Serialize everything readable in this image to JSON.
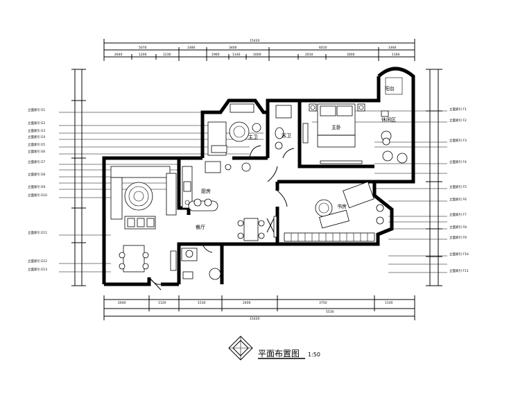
{
  "drawing": {
    "title": "平面布置图",
    "scale": "1:50"
  },
  "rooms": {
    "kitchen": "厨房",
    "dining": "餐厅",
    "bath_main": "主卫",
    "bath_guest": "客卫",
    "master_bed": "主卧",
    "leisure": "休闲区",
    "study": "书房",
    "balcony": "阳台"
  },
  "annotation_text": "立面图索引",
  "colors": {
    "line": "#000000",
    "background": "#ffffff"
  }
}
